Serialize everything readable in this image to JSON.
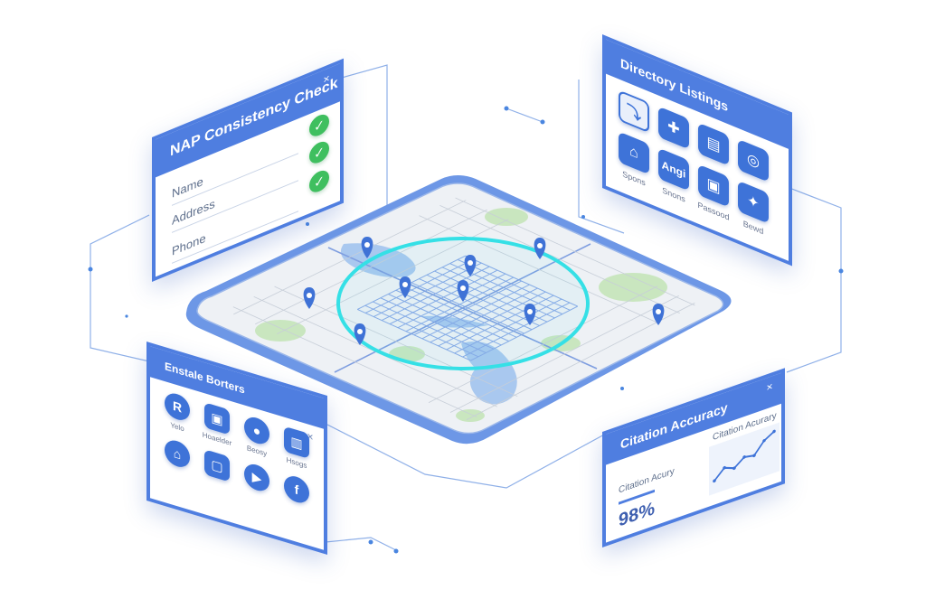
{
  "nap_panel": {
    "title": "NAP Consistency Check",
    "close": "×",
    "fields": [
      {
        "label": "Name",
        "check": "✓"
      },
      {
        "label": "Address",
        "check": "✓"
      },
      {
        "label": "Phone",
        "check": "✓"
      }
    ]
  },
  "directory_panel": {
    "title": "Directory Listings",
    "close": "×",
    "tiles": [
      {
        "glyph": "⤵",
        "icon": "arrow-icon",
        "label": ""
      },
      {
        "glyph": "✚",
        "icon": "grid-icon",
        "label": ""
      },
      {
        "glyph": "▤",
        "icon": "clipboard-icon",
        "label": ""
      },
      {
        "glyph": "◎",
        "icon": "target-icon",
        "label": ""
      },
      {
        "glyph": "⌂",
        "icon": "building-icon",
        "label": "Spons"
      },
      {
        "glyph": "Angi",
        "icon": "angi-logo-icon",
        "label": "Snons"
      },
      {
        "glyph": "▣",
        "icon": "storefront-icon",
        "label": "Passood"
      },
      {
        "glyph": "✦",
        "icon": "sparkle-icon",
        "label": "Bewd"
      }
    ]
  },
  "social_panel": {
    "title": "Enstale Borters",
    "close": "×",
    "icons": [
      {
        "glyph": "R",
        "icon": "yelp-icon",
        "label": "Yelo",
        "shape": "circle"
      },
      {
        "glyph": "▣",
        "icon": "square-icon",
        "label": "Hoaelder",
        "shape": "square"
      },
      {
        "glyph": "●",
        "icon": "chat-icon",
        "label": "Beosy",
        "shape": "circle"
      },
      {
        "glyph": "▥",
        "icon": "calendar-icon",
        "label": "Hsogs",
        "shape": "square"
      },
      {
        "glyph": "⌂",
        "icon": "home-icon",
        "label": "",
        "shape": "circle"
      },
      {
        "glyph": "▢",
        "icon": "phone-icon",
        "label": "",
        "shape": "square"
      },
      {
        "glyph": "▶",
        "icon": "youtube-icon",
        "label": "",
        "shape": "circle"
      },
      {
        "glyph": "f",
        "icon": "facebook-icon",
        "label": "",
        "shape": "circle"
      }
    ]
  },
  "citation_panel": {
    "title": "Citation Accuracy",
    "close": "×",
    "chart_title": "Citation Acurary",
    "metric_label": "Citation Acury",
    "metric_value": "98%",
    "line_points": [
      [
        0,
        0.2
      ],
      [
        1,
        0.45
      ],
      [
        2,
        0.35
      ],
      [
        3,
        0.55
      ],
      [
        4,
        0.5
      ],
      [
        5,
        0.8
      ],
      [
        6,
        0.95
      ]
    ]
  },
  "map": {
    "pins": 9,
    "ring_color": "#35e0e6",
    "pin_color": "#3f72d6",
    "water_color": "#a9c8ef",
    "park_color": "#c9e6bf"
  },
  "colors": {
    "accent": "#4f7ee0",
    "check_green": "#3fbf5f"
  }
}
